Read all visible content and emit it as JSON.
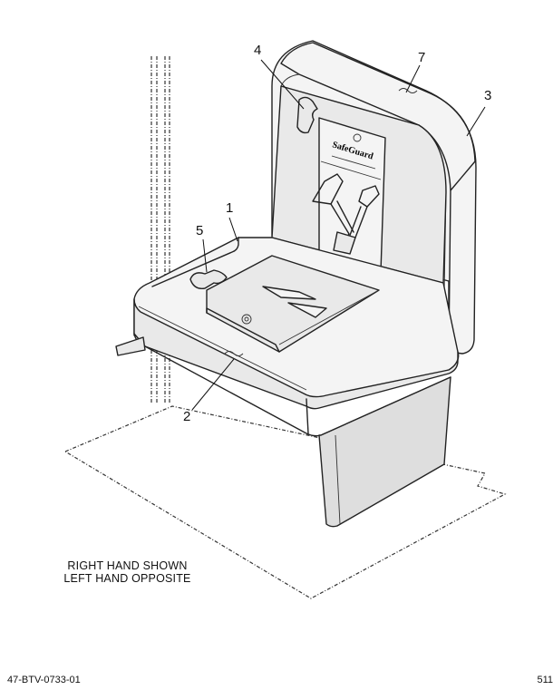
{
  "callouts": {
    "c1": "1",
    "c2": "2",
    "c3": "3",
    "c4": "4",
    "c5": "5",
    "c7": "7"
  },
  "note": {
    "line1": "RIGHT HAND SHOWN",
    "line2": "LEFT HAND OPPOSITE"
  },
  "seat_plate": {
    "brand": "SafeGuard"
  },
  "footer": {
    "figure_id": "47-BTV-0733-01",
    "page_ref": "511"
  }
}
